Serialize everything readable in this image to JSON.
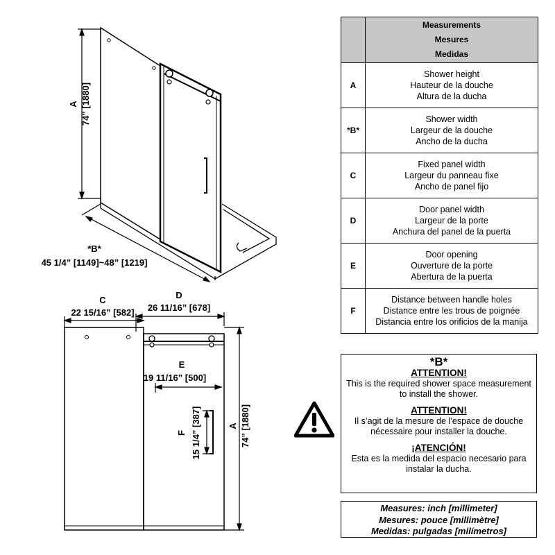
{
  "table": {
    "header": [
      "Measurements",
      "Mesures",
      "Medidas"
    ],
    "rows": [
      {
        "key": "A",
        "lines": [
          "Shower height",
          "Hauteur de la douche",
          "Altura de la ducha"
        ]
      },
      {
        "key": "*B*",
        "lines": [
          "Shower width",
          "Largeur de la douche",
          "Ancho de la ducha"
        ]
      },
      {
        "key": "C",
        "lines": [
          "Fixed panel width",
          "Largeur du panneau fixe",
          "Ancho de panel fijo"
        ]
      },
      {
        "key": "D",
        "lines": [
          "Door panel width",
          "Largeur de la porte",
          "Anchura del panel de la puerta"
        ]
      },
      {
        "key": "E",
        "lines": [
          "Door opening",
          "Ouverture de la porte",
          "Abertura de la puerta"
        ]
      },
      {
        "key": "F",
        "lines": [
          "Distance between handle holes",
          "Distance entre les trous de poignée",
          "Distancia entre los orificios de la manija"
        ]
      }
    ]
  },
  "attention": {
    "ref": "*B*",
    "en_title": "ATTENTION!",
    "en_body": "This is the required shower space measurement to install the shower.",
    "fr_title": "ATTENTION!",
    "fr_body": "Il s’agit de la mesure de l’espace de douche nécessaire pour installer la douche.",
    "es_title": "¡ATENCIÓN!",
    "es_body": "Esta es la medida del espacio necesario para instalar la ducha."
  },
  "units": {
    "en": "Measures: inch [millimeter]",
    "fr": "Mesures: pouce [millimètre]",
    "es": "Medidas: pulgadas [milímetros]"
  },
  "iso": {
    "a_letter": "A",
    "a_value": "74” [1880]",
    "b_letter": "*B*",
    "b_value": "45 1/4” [1149]~48” [1219]"
  },
  "front": {
    "c_letter": "C",
    "c_value": "22 15/16” [582]",
    "d_letter": "D",
    "d_value": "26 11/16” [678]",
    "e_letter": "E",
    "e_value": "19 11/16” [500]",
    "f_letter": "F",
    "f_value": "15 1/4” [387]",
    "a_letter": "A",
    "a_value": "74” [1880]"
  },
  "warning_icon": "warning-triangle-icon"
}
